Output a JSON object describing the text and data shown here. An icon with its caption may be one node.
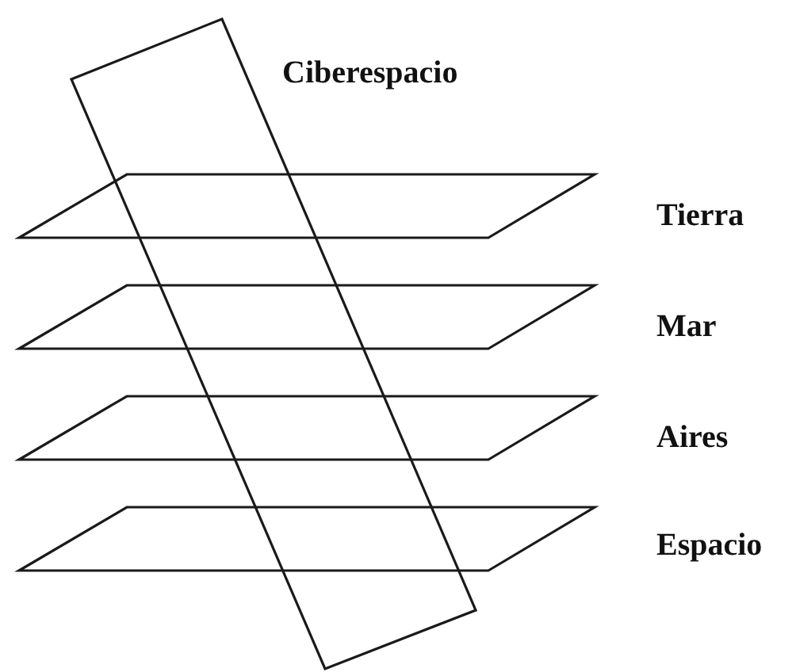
{
  "diagram": {
    "labels": [
      "Ciberespacio",
      "Tierra",
      "Mar",
      "Aires",
      "Espacio"
    ]
  }
}
